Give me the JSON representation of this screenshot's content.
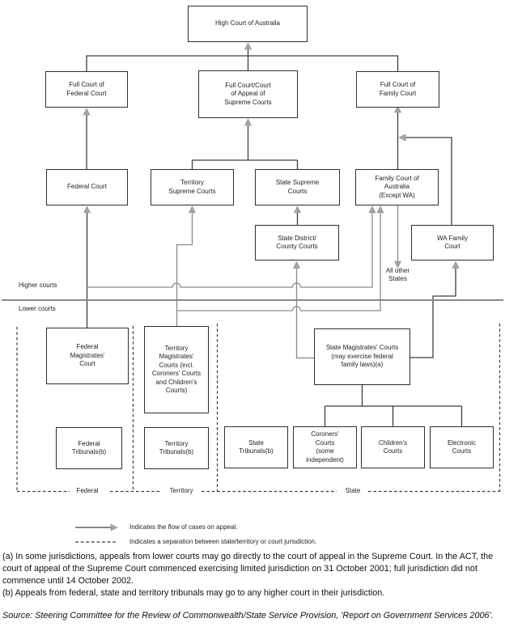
{
  "boxes": {
    "high_court": "High Court of Australia",
    "full_federal": "Full Court of\nFederal Court",
    "full_supreme": "Full Court/Court\nof Appeal of\nSupreme Courts",
    "full_family": "Full Court of\nFamily Court",
    "federal_court": "Federal Court",
    "territory_supreme": "Territory\nSupreme Courts",
    "state_supreme": "State Supreme\nCourts",
    "family_court_australia": "Family Court of\nAustralia\n(Except WA)",
    "state_district": "State District/\nCounty Courts",
    "wa_family": "WA Family\nCourt",
    "federal_magistrates": "Federal\nMagistrates'\nCourt",
    "territory_magistrates": "Territory\nMagistrates'\nCourts (incl.\nCoroners' Courts\nand Children's\nCourts)",
    "state_magistrates": "State Magistrates' Courts\n(may exercise federal\nfamily laws)(a)",
    "federal_tribunals": "Federal\nTribunals(b)",
    "territory_tribunals": "Territory\nTribunals(b)",
    "state_tribunals": "State\nTribunals(b)",
    "coroners_courts": "Coroners'\nCourts\n(some\nindependent)",
    "childrens_courts": "Children's\nCourts",
    "electronic_courts": "Electronic\nCourts"
  },
  "side_labels": {
    "higher_courts": "Higher courts",
    "lower_courts": "Lower courts",
    "all_other_states": "All other\nStates"
  },
  "jurisdiction_labels": {
    "federal": "Federal",
    "territory": "Territory",
    "state": "State"
  },
  "legend": {
    "flow": "Indicates the flow of cases on appeal.",
    "separation": "Indicates a separation between state/territory or court jurisdiction."
  },
  "footnotes": {
    "a": "(a) In some jurisdictions, appeals from lower courts may go directly to the court of appeal in the Supreme Court. In the ACT, the court of appeal of the Supreme Court commenced exercising limited jurisdiction on 31 October 2001; full jurisdiction did not commence until 14 October 2002.",
    "b": "(b) Appeals from federal, state and territory tribunals may go to any higher court in their jurisdiction.",
    "source": "Source: Steering Committee for the Review of Commonwealth/State Service Provision, 'Report on Government Services 2006'."
  },
  "colors": {
    "line_dark": "#443a3a",
    "line_gray": "#8f8888",
    "arrow_fill": "#aaa2a2",
    "box_border": "#362c2c",
    "text": "#241c1c"
  }
}
